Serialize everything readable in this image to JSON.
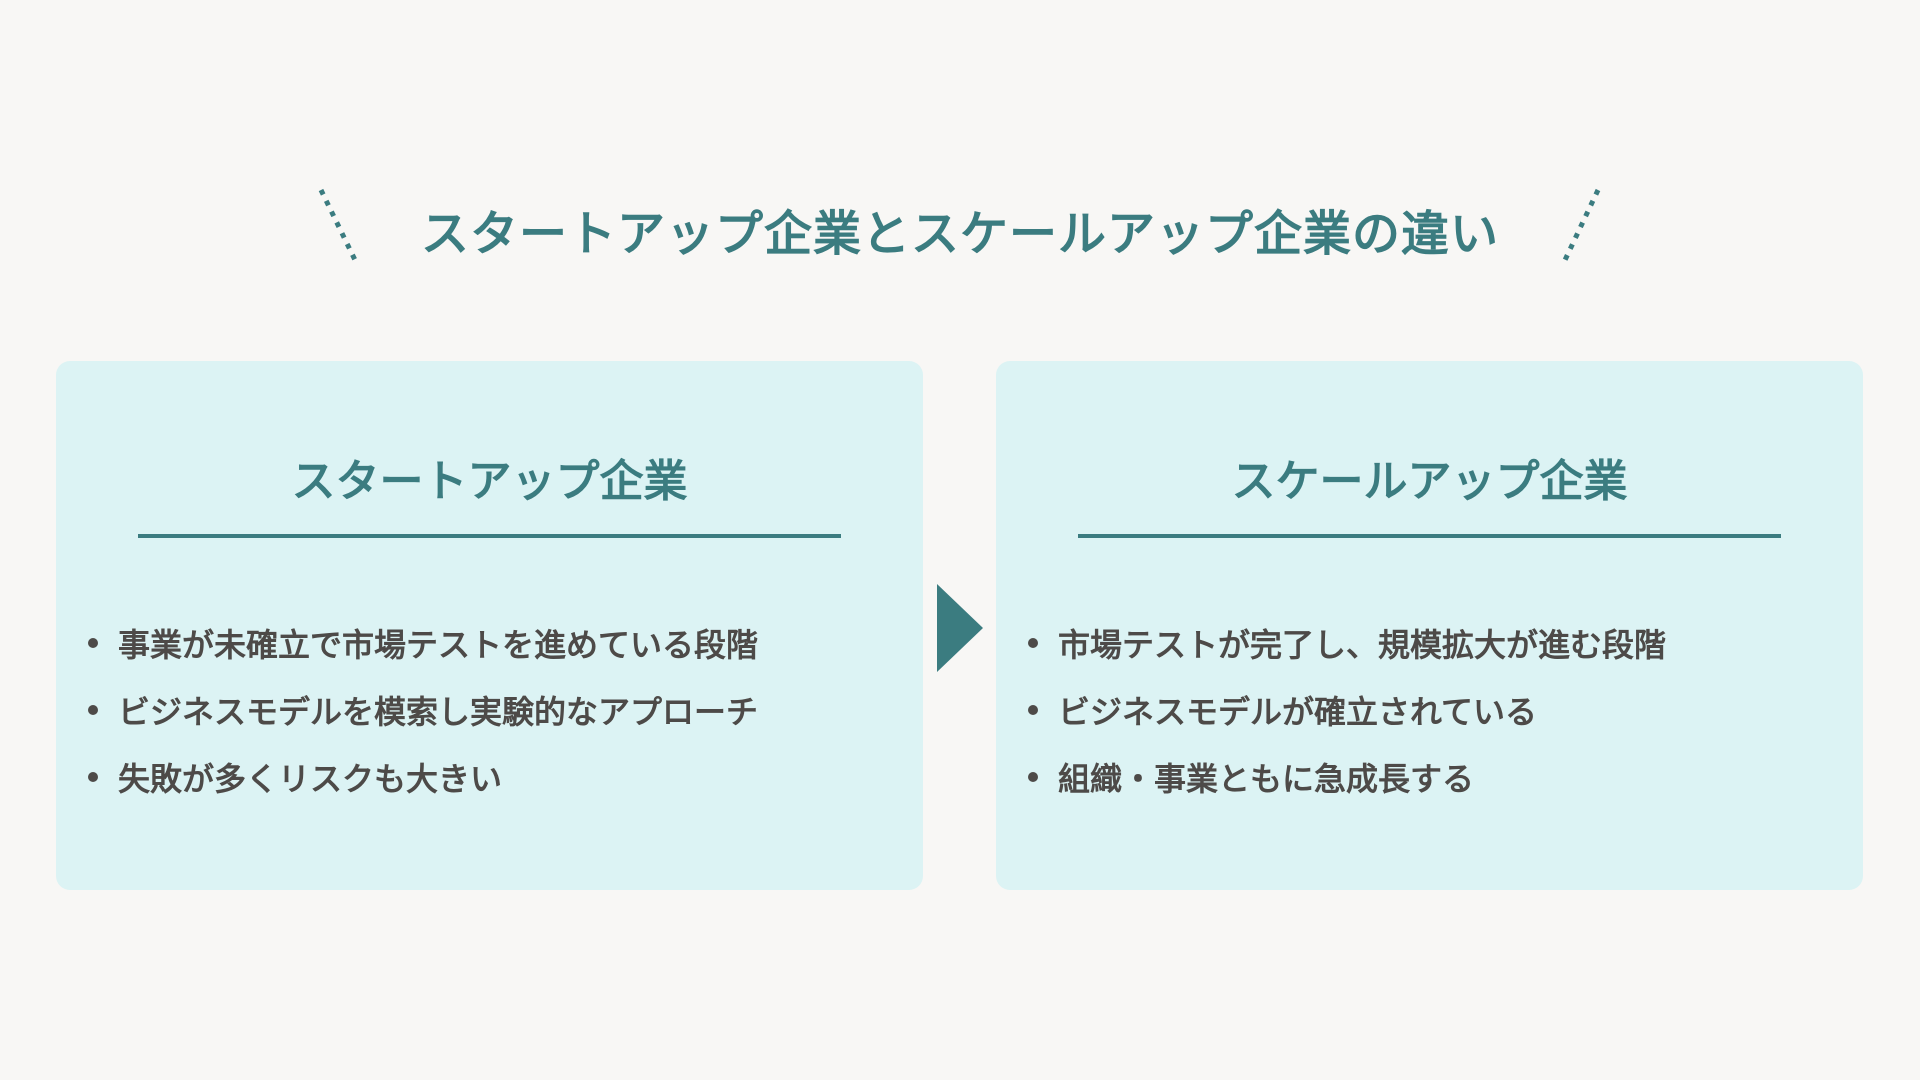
{
  "title": "スタートアップ企業とスケールアップ企業の違い",
  "colors": {
    "accent": "#3b7c80",
    "card_bg": "#dcf3f4",
    "text": "#4d4a48",
    "page_bg": "#f8f7f5"
  },
  "left_card": {
    "heading": "スタートアップ企業",
    "items": [
      "事業が未確立で市場テストを進めている段階",
      "ビジネスモデルを模索し実験的なアプローチ",
      "失敗が多くリスクも大きい"
    ]
  },
  "right_card": {
    "heading": "スケールアップ企業",
    "items": [
      "市場テストが完了し、規模拡大が進む段階",
      "ビジネスモデルが確立されている",
      "組織・事業ともに急成長する"
    ]
  }
}
